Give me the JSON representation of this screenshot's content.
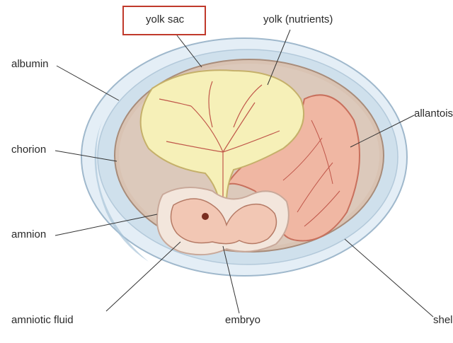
{
  "labels": {
    "yolk_sac": "yolk sac",
    "yolk_nutrients": "yolk (nutrients)",
    "albumin": "albumin",
    "allantois": "allantois",
    "chorion": "chorion",
    "amnion": "amnion",
    "amniotic_fluid": "amniotic fluid",
    "embryo": "embryo",
    "shell": "shell"
  },
  "highlight": {
    "label": "yolk_sac",
    "color": "#c0392b"
  },
  "colors": {
    "shell": "#dce9f2",
    "shell_edge": "#9fb8cc",
    "albumin": "#c9dce9",
    "chorion": "#d9c3b3",
    "yolk": "#f6f0b8",
    "allantois": "#f0b7a3",
    "embryo": "#f2c7b4",
    "vessels": "#c0574a"
  }
}
